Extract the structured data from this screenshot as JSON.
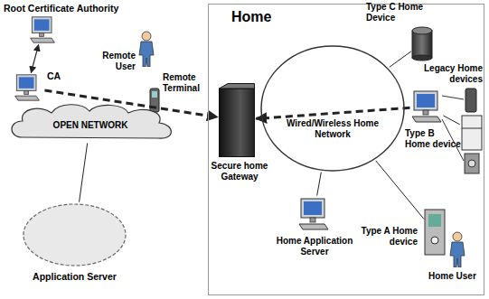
{
  "diagram": {
    "nodes": [
      {
        "text": [
          "Root Certificate Authority"
        ]
      },
      {
        "text": [
          "CA"
        ]
      },
      {
        "text": [
          "Remote User",
          "Remote Terminal"
        ]
      },
      {
        "text": [
          "OPEN NETWORK"
        ]
      },
      {
        "text": [
          "Application Server"
        ]
      },
      {
        "text": [
          "Home"
        ]
      },
      {
        "text": [
          "Secure home Gateway"
        ],
        "in": 5
      },
      {
        "text": [
          "Wired/Wireless Home Network"
        ],
        "in": 5
      },
      {
        "text": [
          "Type C Home Device"
        ],
        "in": 5
      },
      {
        "text": [
          "Type B Home device"
        ],
        "in": 5
      },
      {
        "text": [
          "Legacy Home devices"
        ],
        "in": 5
      },
      {
        "text": [
          "Type A Home device",
          "Home User"
        ],
        "in": 5
      },
      {
        "text": [
          "Home Application Server"
        ],
        "in": 5
      }
    ],
    "edges": [
      {
        "from": 0,
        "to": 1,
        "arrow": "both"
      },
      {
        "from": 1,
        "to": 6,
        "arrow": "to"
      },
      {
        "from": 9,
        "to": 6,
        "arrow": "to"
      },
      {
        "from": 4,
        "to": 3,
        "arrow": "none"
      },
      {
        "from": 6,
        "to": 7,
        "arrow": "none"
      },
      {
        "from": 7,
        "to": 8,
        "arrow": "none"
      },
      {
        "from": 7,
        "to": 11,
        "arrow": "none"
      },
      {
        "from": 7,
        "to": 12,
        "arrow": "none"
      },
      {
        "from": 9,
        "to": 10,
        "arrow": "none"
      }
    ]
  }
}
